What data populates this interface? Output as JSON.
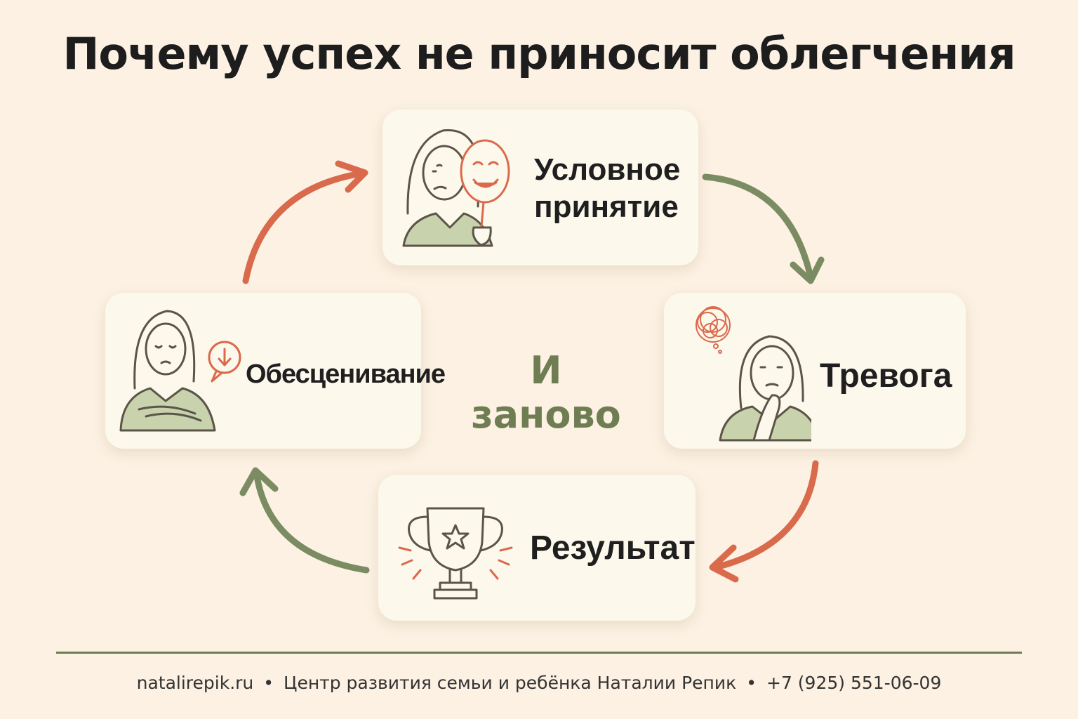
{
  "title": "Почему успех не приносит облегчения",
  "cycle": {
    "steps": [
      {
        "label_lines": [
          "Условное",
          "принятие"
        ],
        "icon": "woman-holding-smiling-mask-icon"
      },
      {
        "label_lines": [
          "Тревога"
        ],
        "icon": "anxious-woman-tangled-thoughts-icon"
      },
      {
        "label_lines": [
          "Результат"
        ],
        "icon": "trophy-with-star-icon"
      },
      {
        "label_lines": [
          "Обесценивание"
        ],
        "icon": "sad-woman-down-arrow-bubble-icon"
      }
    ],
    "center_label": "И заново"
  },
  "colors": {
    "background": "#fcf1e3",
    "card": "#fdf8ec",
    "accent_green": "#7b8c62",
    "accent_orange": "#d96a4b"
  },
  "footer": {
    "website": "natalirepik.ru",
    "organization": "Центр развития семьи и ребёнка Наталии Репик",
    "phone": "+7 (925) 551-06-09",
    "separator": "•"
  }
}
